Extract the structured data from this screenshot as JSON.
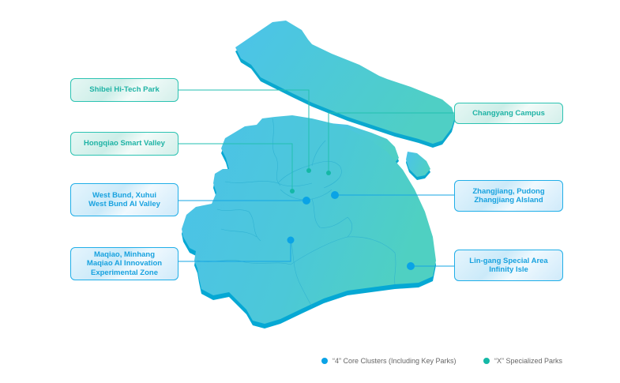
{
  "colors": {
    "core_cluster": "#0aa3e6",
    "specialized_park": "#14b8a6",
    "map_light": "#4cc3e9",
    "map_dark": "#4fcfc4",
    "map_edge": "#05a8c9"
  },
  "labels": [
    {
      "id": "shibei",
      "type": "specialized",
      "lines": [
        "Shibei Hi-Tech Park"
      ]
    },
    {
      "id": "hongqiao",
      "type": "specialized",
      "lines": [
        "Hongqiao Smart Valley"
      ]
    },
    {
      "id": "west-bund",
      "type": "core",
      "lines": [
        "West Bund, Xuhui",
        "West Bund AI Valley"
      ]
    },
    {
      "id": "maqiao",
      "type": "core",
      "lines": [
        "Maqiao, Minhang",
        "Maqiao AI Innovation",
        "Experimental Zone"
      ]
    },
    {
      "id": "changyang",
      "type": "specialized",
      "lines": [
        "Changyang Campus"
      ]
    },
    {
      "id": "zhangjiang",
      "type": "core",
      "lines": [
        "Zhangjiang, Pudong",
        "Zhangjiang AIsland"
      ]
    },
    {
      "id": "lingang",
      "type": "core",
      "lines": [
        "Lin-gang Special Area",
        "Infinity Isle"
      ]
    }
  ],
  "legend": {
    "core": "“4” Core Clusters (Including Key Parks)",
    "specialized": "“X” Specialized Parks"
  }
}
